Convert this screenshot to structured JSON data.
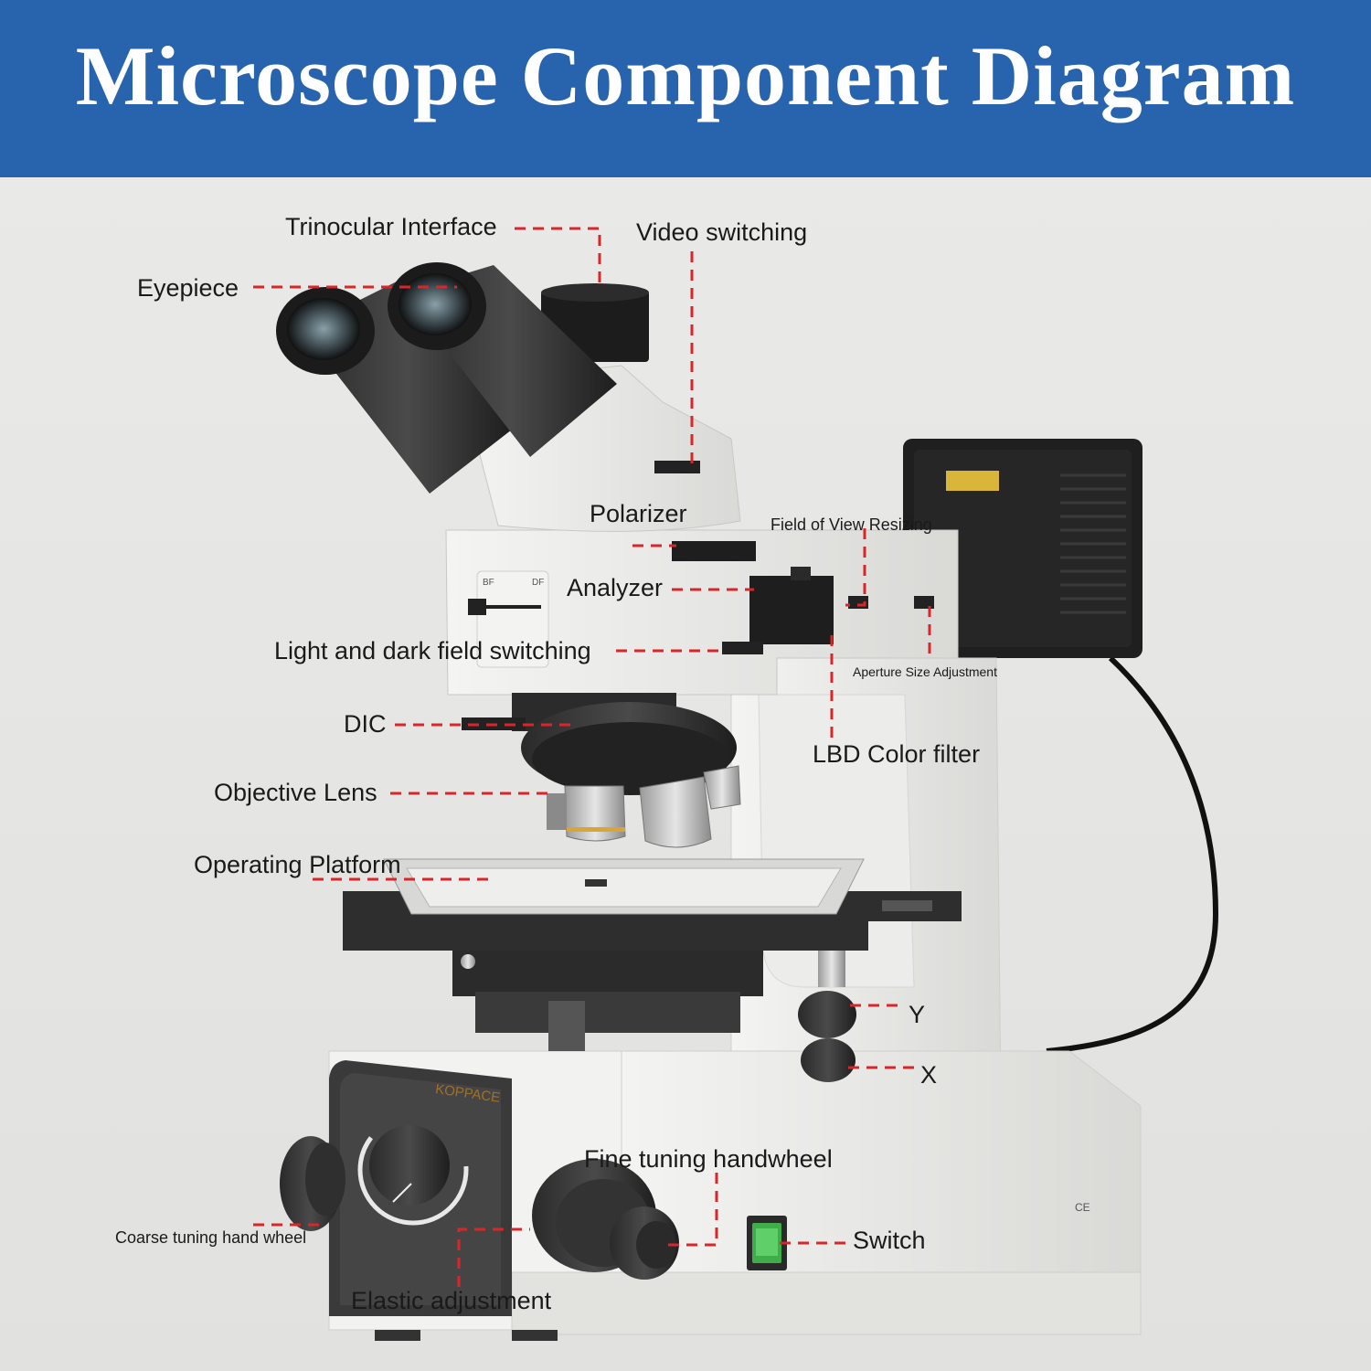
{
  "header": {
    "title": "Microscope Component Diagram"
  },
  "brand": {
    "logo_text": "KOPPACE"
  },
  "markings": {
    "ce": "CE",
    "bf": "BF",
    "df": "DF"
  },
  "labels": {
    "trinocular_interface": "Trinocular Interface",
    "video_switching": "Video switching",
    "eyepiece": "Eyepiece",
    "polarizer": "Polarizer",
    "field_of_view_resizing": "Field of View Resizing",
    "analyzer": "Analyzer",
    "light_dark_field_switching": "Light and dark field switching",
    "aperture_size_adjustment": "Aperture Size Adjustment",
    "dic": "DIC",
    "lbd_color_filter": "LBD Color filter",
    "objective_lens": "Objective Lens",
    "operating_platform": "Operating Platform",
    "y": "Y",
    "x": "X",
    "fine_tuning_handwheel": "Fine tuning handwheel",
    "switch": "Switch",
    "coarse_tuning_hand_wheel": "Coarse tuning hand wheel",
    "elastic_adjustment": "Elastic adjustment"
  },
  "colors": {
    "header_bg": "#2864ad",
    "leader_line": "#d8262a",
    "switch_green": "#3fae4a"
  }
}
